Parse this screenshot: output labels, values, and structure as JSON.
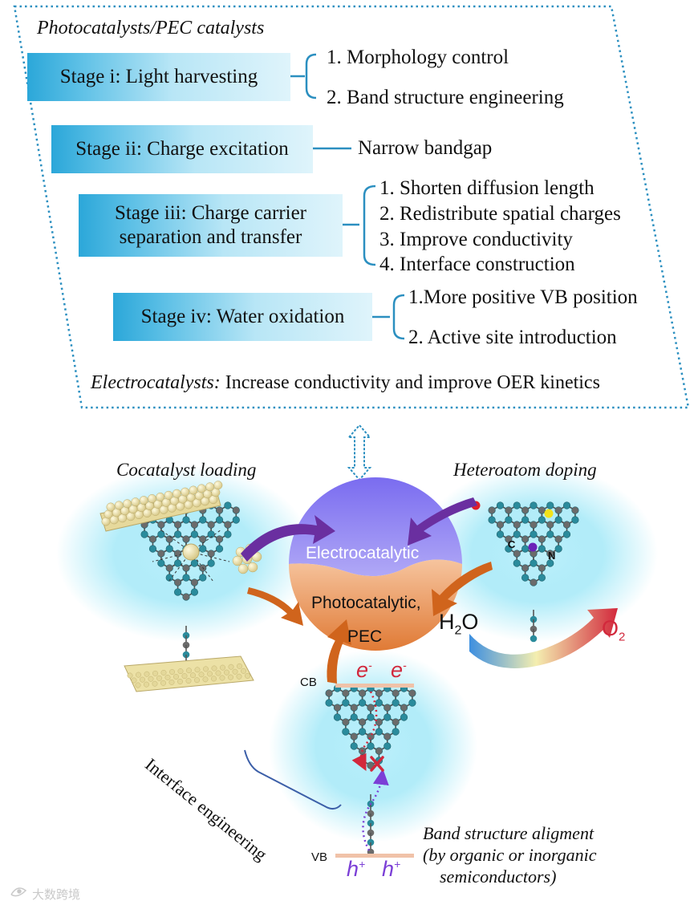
{
  "top_panel": {
    "header": "Photocatalysts/PEC catalysts",
    "stages": [
      {
        "label": "Stage i: Light harvesting",
        "items": [
          "1. Morphology control",
          "2. Band structure engineering"
        ]
      },
      {
        "label": "Stage ii: Charge excitation",
        "items": [
          "Narrow bandgap"
        ]
      },
      {
        "label_line1": "Stage iii: Charge carrier",
        "label_line2": "separation and transfer",
        "items": [
          "1. Shorten diffusion length",
          "2. Redistribute spatial charges",
          "3. Improve conductivity",
          "4. Interface construction"
        ]
      },
      {
        "label": "Stage iv: Water oxidation",
        "items": [
          "1.More positive VB position",
          "2. Active site introduction"
        ]
      }
    ],
    "footer_italic": "Electrocatalysts:",
    "footer_text": " Increase conductivity and improve OER kinetics"
  },
  "bottom_panel": {
    "cocatalyst_label": "Cocatalyst loading",
    "heteroatom_label": "Heteroatom doping",
    "electrocatalytic_label": "Electrocatalytic",
    "photocatalytic_label": "Photocatalytic,",
    "pec_label": "PEC",
    "atom_c": "C",
    "atom_n": "N",
    "water": "H",
    "water_sub": "2",
    "water_o": "O",
    "oxygen": "O",
    "oxygen_sub": "2",
    "cb_label": "CB",
    "vb_label": "VB",
    "electron": "e",
    "electron_sup": "-",
    "hole": "h",
    "hole_sup": "+",
    "interface_label": "Interface engineering",
    "band_line1": "Band structure aligment",
    "band_line2": "(by organic or inorganic",
    "band_line3": "semiconductors)",
    "watermark": "大数跨境"
  },
  "colors": {
    "stage_blue": "#2ba7d9",
    "electro_purple": "#8a7cf0",
    "photo_orange": "#e8894a",
    "arrow_purple": "#6a2fa0",
    "arrow_orange": "#d0641c",
    "atom_teal": "#2a8b9c",
    "atom_gray": "#6b6b6b",
    "cocatalyst_yellow": "#ece1a6",
    "electron_red": "#d2283c",
    "hole_purple": "#7b3fd6"
  }
}
